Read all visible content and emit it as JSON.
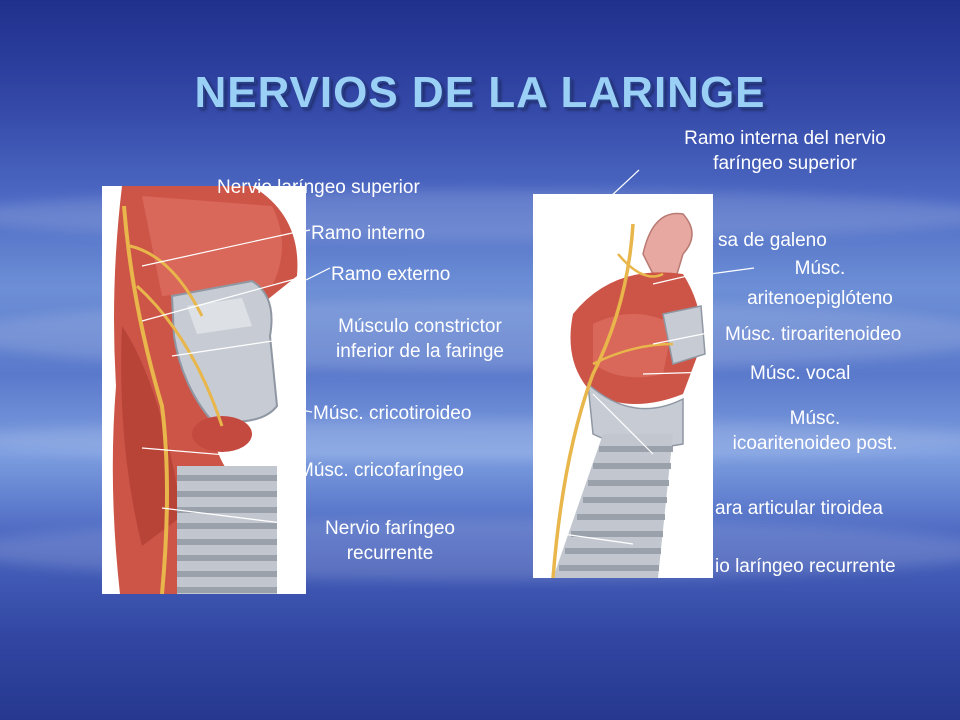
{
  "title": "NERVIOS DE LA LARINGE",
  "colors": {
    "title": "#9ad0f5",
    "label": "#ffffff",
    "background": "#4a66c0",
    "nerve": "#e8b64a",
    "muscle": "#cc5548",
    "cartilage": "#c7ccd4"
  },
  "left_figure": {
    "labels": {
      "sup": "Nervio laríngeo superior",
      "interno": "Ramo interno",
      "externo": "Ramo externo",
      "constrictor_1": "Músculo constrictor",
      "constrictor_2": "inferior de la faringe",
      "cricotiroideo": "Músc. cricotiroideo",
      "cricofaringeo": "Músc. cricofaríngeo",
      "recurrente_1": "Nervio faríngeo",
      "recurrente_2": "recurrente"
    }
  },
  "right_figure": {
    "labels": {
      "ramo_1": "Ramo interna del nervio",
      "ramo_2": "faríngeo superior",
      "galeno": "sa de galeno",
      "arit_1": "Músc.",
      "arit_2": "aritenoepiglóteno",
      "tiroarit": "Músc. tiroaritenoideo",
      "vocal": "Músc. vocal",
      "crico_1": "Músc.",
      "crico_2": "icoaritenoideo post.",
      "cara": "ara articular tiroidea",
      "lar_rec": "io laríngeo recurrente"
    }
  }
}
